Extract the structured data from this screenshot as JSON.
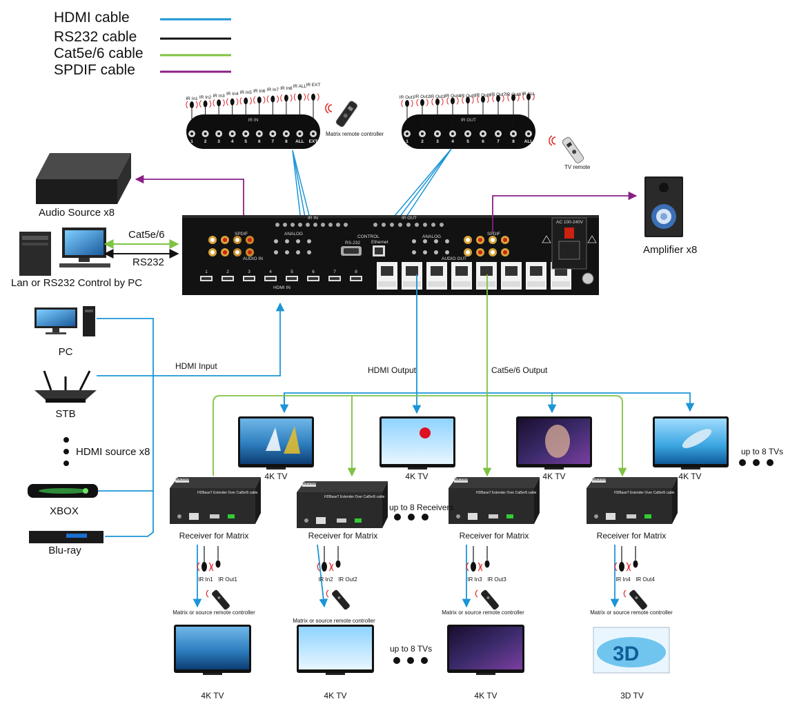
{
  "legend": {
    "hdmi": {
      "label": "HDMI cable",
      "color": "#1a95d6"
    },
    "rs232": {
      "label": "RS232 cable",
      "color": "#111111"
    },
    "cat": {
      "label": "Cat5e/6 cable",
      "color": "#7dc242"
    },
    "spdif": {
      "label": "SPDIF cable",
      "color": "#8a1f86"
    }
  },
  "ir_in": {
    "labels": [
      "IR In1",
      "IR In2",
      "IR In3",
      "IR In4",
      "IR In5",
      "IR In6",
      "IR In7",
      "IR In8",
      "IR ALL",
      "IR EXT"
    ],
    "panel_title": "IR IN",
    "ports": [
      "1",
      "2",
      "3",
      "4",
      "5",
      "6",
      "7",
      "8",
      "ALL",
      "EXT"
    ],
    "remote_label": "Matrix remote controller"
  },
  "ir_out": {
    "labels": [
      "IR Out1",
      "IR Out2",
      "IR Out3",
      "IR Out4",
      "IR Out5",
      "IR Out6",
      "IR Out7",
      "IR Out8",
      "IR ALL"
    ],
    "panel_title": "IR OUT",
    "ports": [
      "1",
      "2",
      "3",
      "4",
      "5",
      "6",
      "7",
      "8",
      "ALL"
    ],
    "remote_label": "TV remote"
  },
  "matrix": {
    "spdif_label": "SPDIF",
    "spdif_out_label": "SPDIF",
    "analog_label": "ANALOG",
    "analog_out_label": "ANALOG",
    "audio_in_label": "AUDIO IN",
    "audio_out_label": "AUDIO OUT",
    "control_label": "CONTROL",
    "rs232_label": "RS-232",
    "ethernet_label": "Ethernet",
    "hdmi_in_label": "HDMI IN",
    "ir_in_label": "IR IN",
    "ir_out_label": "IR OUT",
    "ac_label": "AC 100-240V",
    "hdmi_ports": [
      "1",
      "2",
      "3",
      "4",
      "5",
      "6",
      "7",
      "8"
    ]
  },
  "devices": {
    "audio_source": "Audio Source x8",
    "cat_label": "Cat5e/6",
    "rs232_label": "RS232",
    "pc_control": "Lan or RS232 Control by PC",
    "amplifier": "Amplifier x8",
    "pc": "PC",
    "stb": "STB",
    "hdmi_source": "HDMI source x8",
    "xbox": "XBOX",
    "bluray": "Blu-ray"
  },
  "connections": {
    "hdmi_input": "HDMI Input",
    "hdmi_output": "HDMI Output",
    "cat_output": "Cat5e/6 Output"
  },
  "top_tvs": {
    "label": "4K TV",
    "more": "up to 8 TVs"
  },
  "receivers": {
    "label": "Receiver for Matrix",
    "more": "up to 8 Receivers",
    "box_title": "HDBaseT Extender Over Cat5e/6 cable",
    "badge": "Receiver",
    "ir_in": [
      "IR In1",
      "IR In2",
      "IR In3",
      "IR In4"
    ],
    "ir_out": [
      "IR Out1",
      "IR Out2",
      "IR Out3",
      "IR Out4"
    ],
    "remote_label": "Matrix or source remote controller"
  },
  "bottom_tvs": {
    "labels": [
      "4K TV",
      "4K TV",
      "4K TV",
      "3D TV"
    ],
    "more": "up to 8 TVs"
  }
}
